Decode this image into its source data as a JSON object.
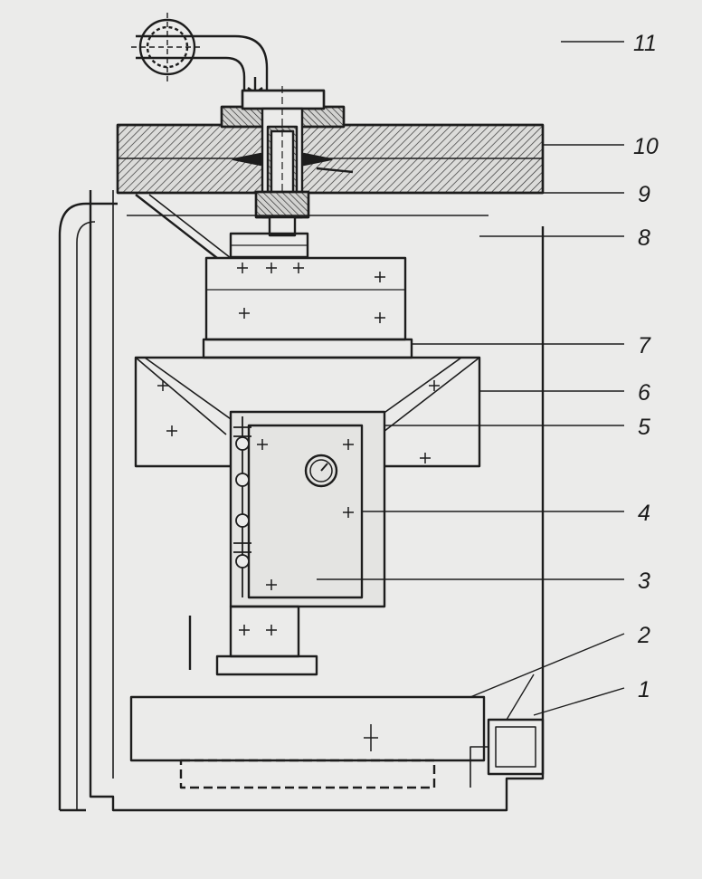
{
  "figure": {
    "labels": [
      "11",
      "10",
      "9",
      "8",
      "7",
      "6",
      "5",
      "4",
      "3",
      "2",
      "1"
    ]
  },
  "colors": {
    "ink": "#1d1d1d",
    "paper": "#ebebea",
    "hatch": "#3a3a3a"
  }
}
